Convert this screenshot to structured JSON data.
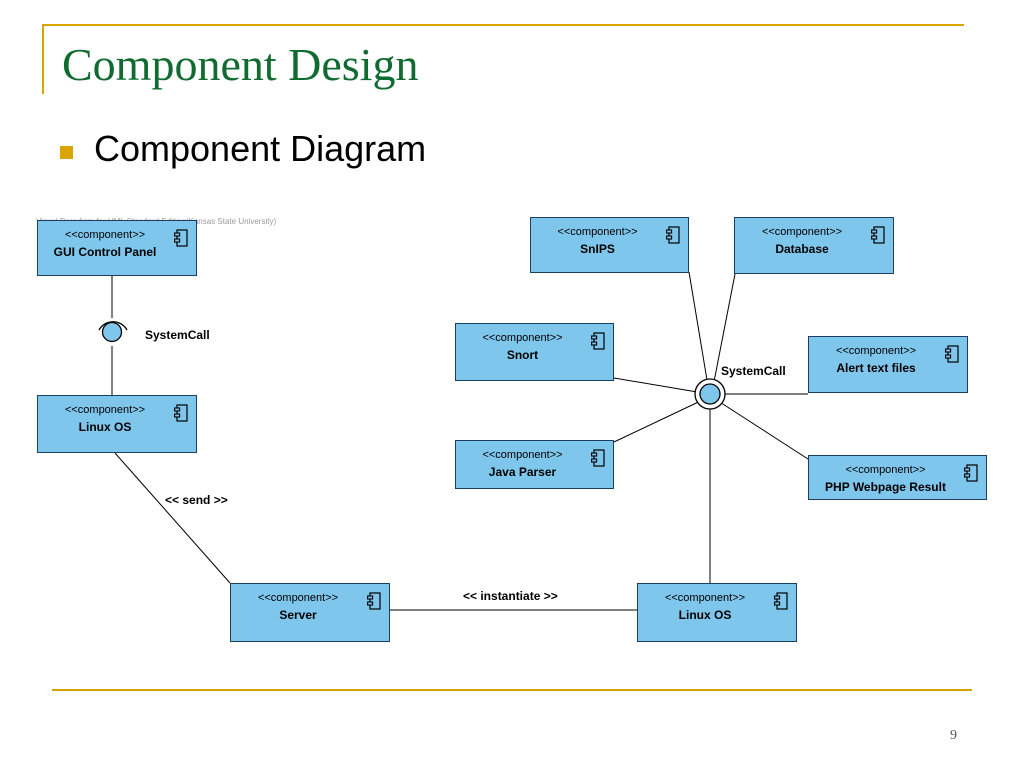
{
  "slide": {
    "title": "Component Design",
    "bullet": "Component Diagram",
    "page_number": "9",
    "accent_color": "#d9a300",
    "title_color": "#0f6b2f"
  },
  "diagram": {
    "watermark": "Visual Paradigm for UML Standard Edition(Kansas State University)",
    "stereotype": "<<component>>",
    "component_fill": "#7fc6ec",
    "components": {
      "gui_control_panel": "GUI Control Panel",
      "linux_os_left": "Linux OS",
      "server": "Server",
      "linux_os_right": "Linux OS",
      "snips": "SnIPS",
      "database": "Database",
      "snort": "Snort",
      "alert_text_files": "Alert text files",
      "java_parser": "Java Parser",
      "php_webpage_result": "PHP Webpage Result"
    },
    "labels": {
      "systemcall_left": "SystemCall",
      "systemcall_right": "SystemCall",
      "send": "<< send >>",
      "instantiate": "<< instantiate >>"
    }
  }
}
